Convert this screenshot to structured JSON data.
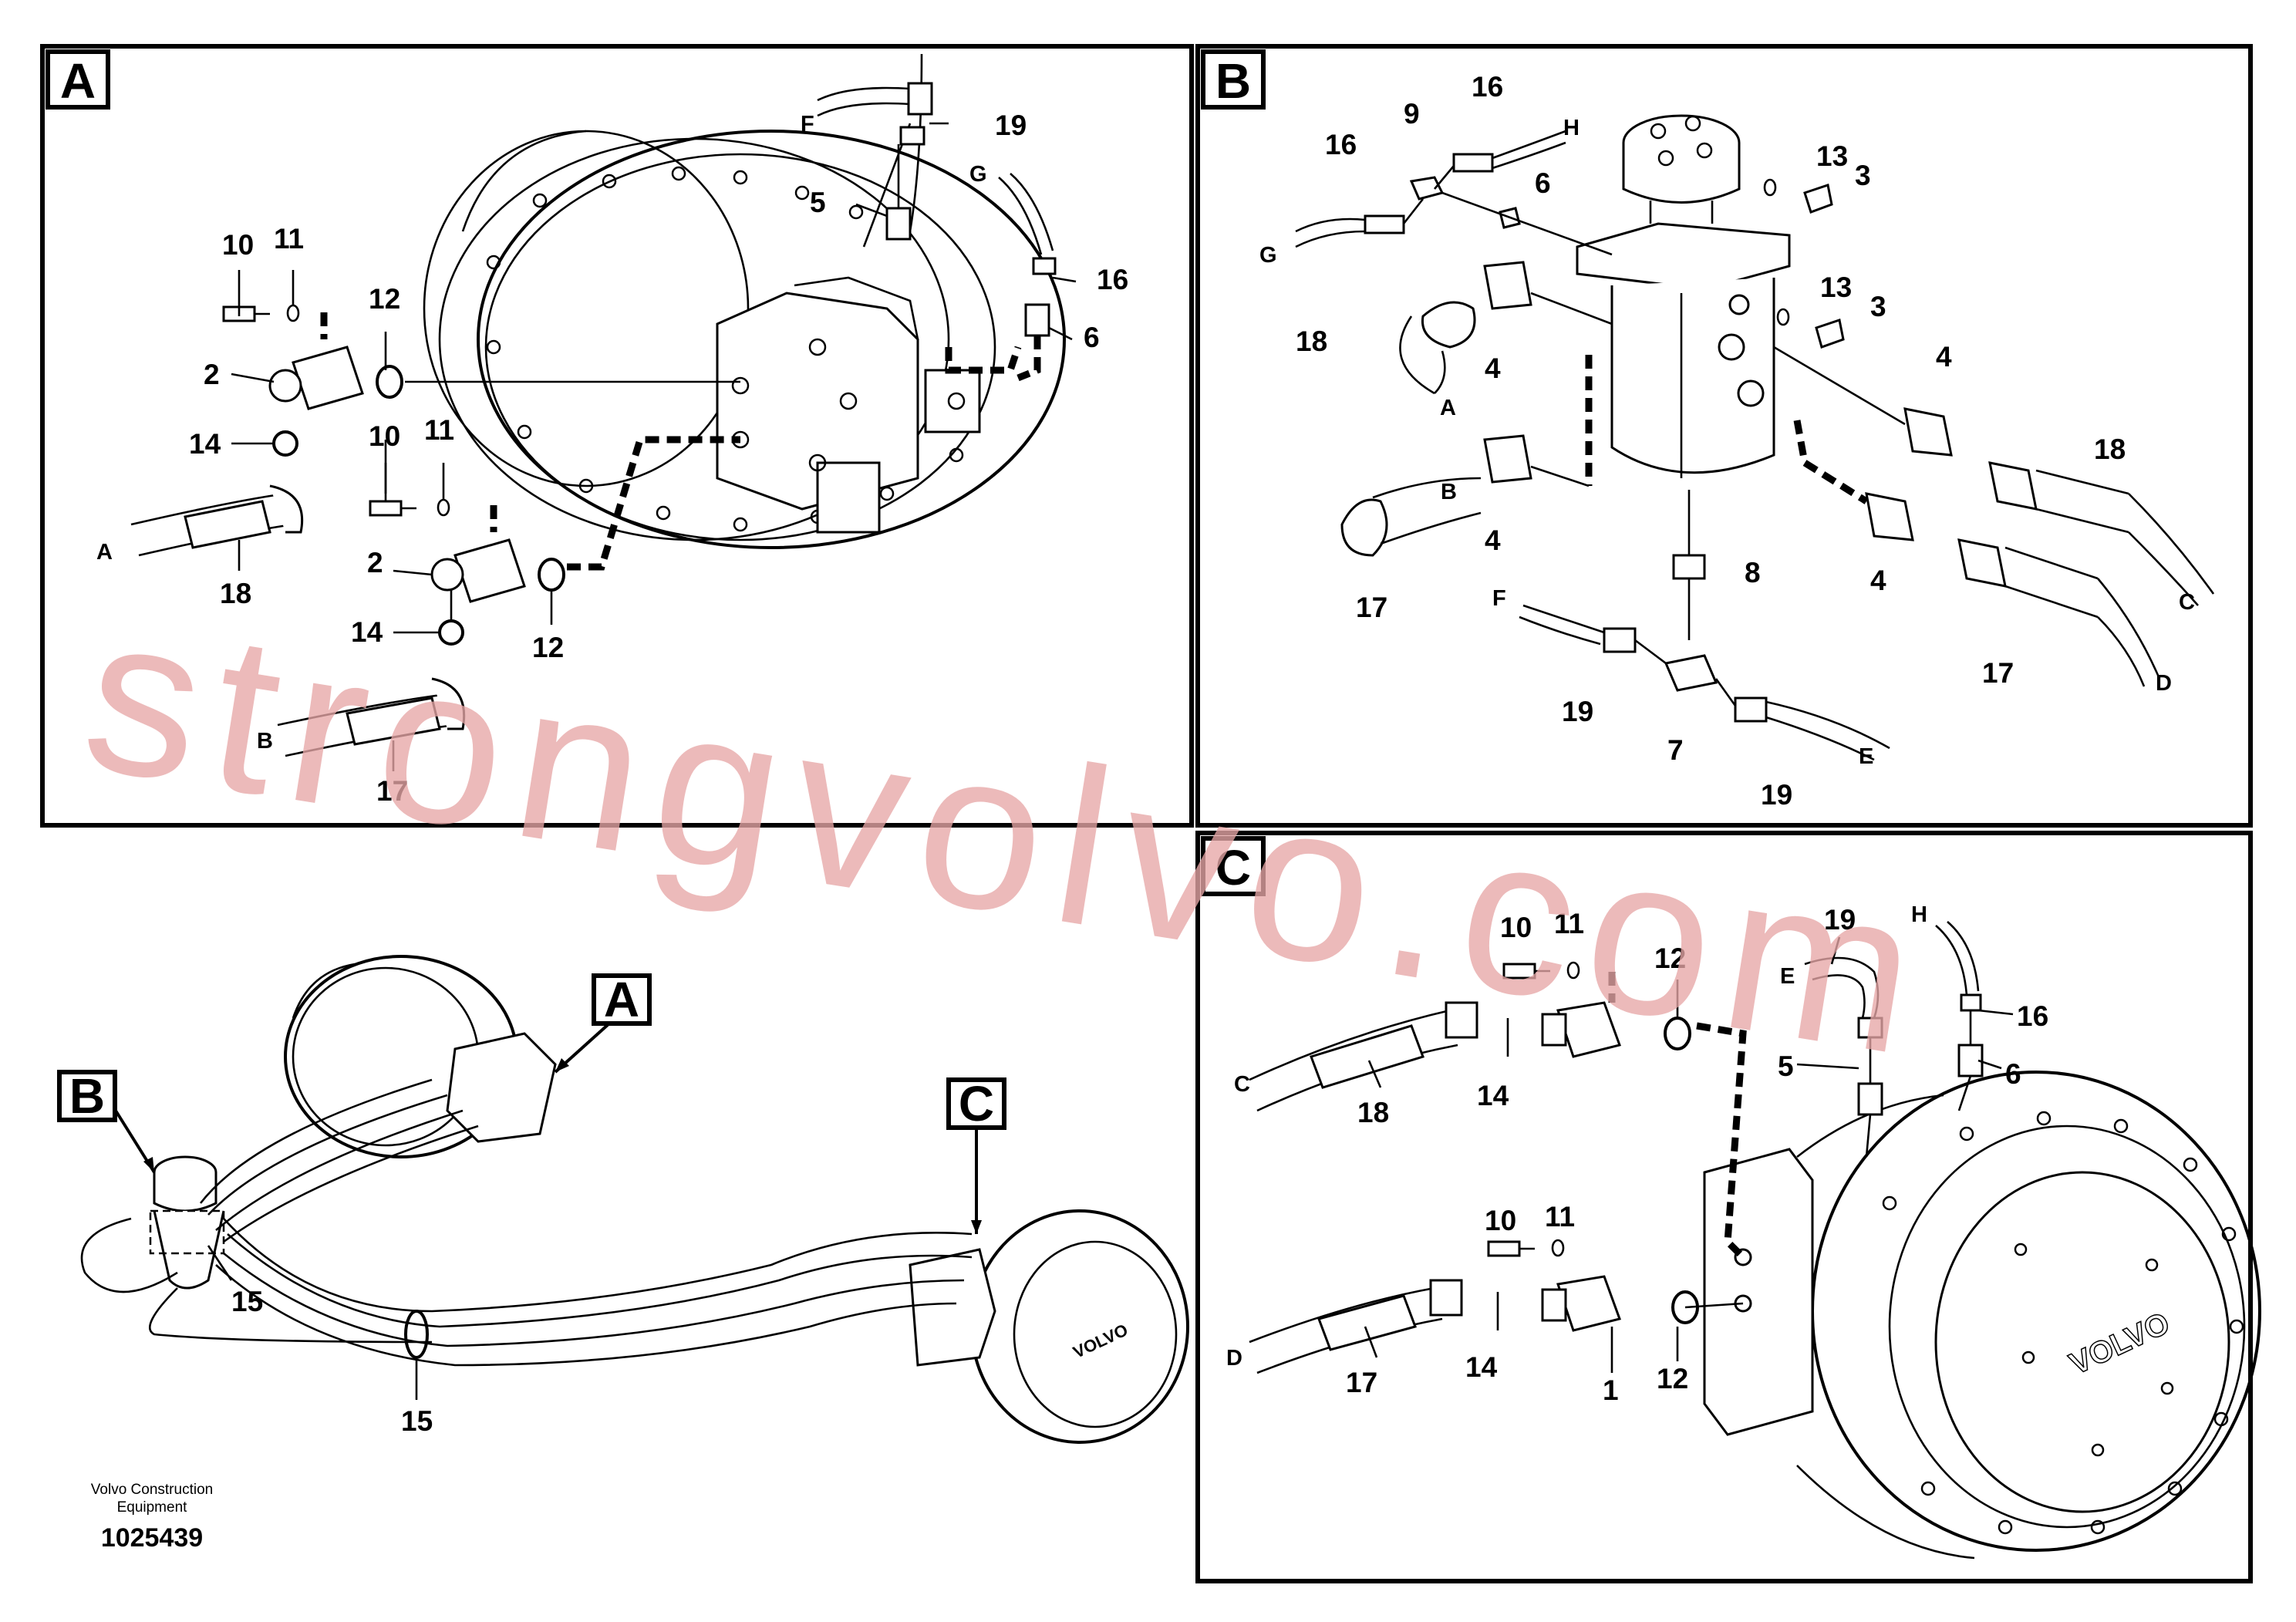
{
  "panels": {
    "A": {
      "label": "A",
      "callouts": [
        "19",
        "5",
        "16",
        "6",
        "10",
        "11",
        "12",
        "2",
        "14",
        "18",
        "10",
        "11",
        "2",
        "14",
        "12",
        "17"
      ],
      "letters": [
        "F",
        "G",
        "A",
        "B"
      ]
    },
    "B": {
      "label": "B",
      "callouts": [
        "16",
        "9",
        "16",
        "6",
        "13",
        "3",
        "13",
        "3",
        "18",
        "4",
        "4",
        "18",
        "4",
        "4",
        "17",
        "8",
        "17",
        "19",
        "7",
        "19"
      ],
      "letters": [
        "H",
        "G",
        "A",
        "B",
        "C",
        "D",
        "F",
        "E"
      ]
    },
    "C": {
      "label": "C",
      "callouts": [
        "10",
        "11",
        "12",
        "19",
        "16",
        "5",
        "6",
        "14",
        "18",
        "10",
        "11",
        "17",
        "14",
        "1",
        "12"
      ],
      "letters": [
        "H",
        "E",
        "C",
        "D"
      ]
    },
    "overview": {
      "labels": [
        "A",
        "B",
        "C"
      ],
      "callouts": [
        "15",
        "15"
      ]
    }
  },
  "footer": {
    "company_line1": "Volvo Construction",
    "company_line2": "Equipment",
    "drawing_number": "1025439"
  },
  "watermark": {
    "text": "strongvolvo.com"
  },
  "colors": {
    "line": "#000000",
    "watermark": "#e7a6a6",
    "background": "#ffffff"
  }
}
